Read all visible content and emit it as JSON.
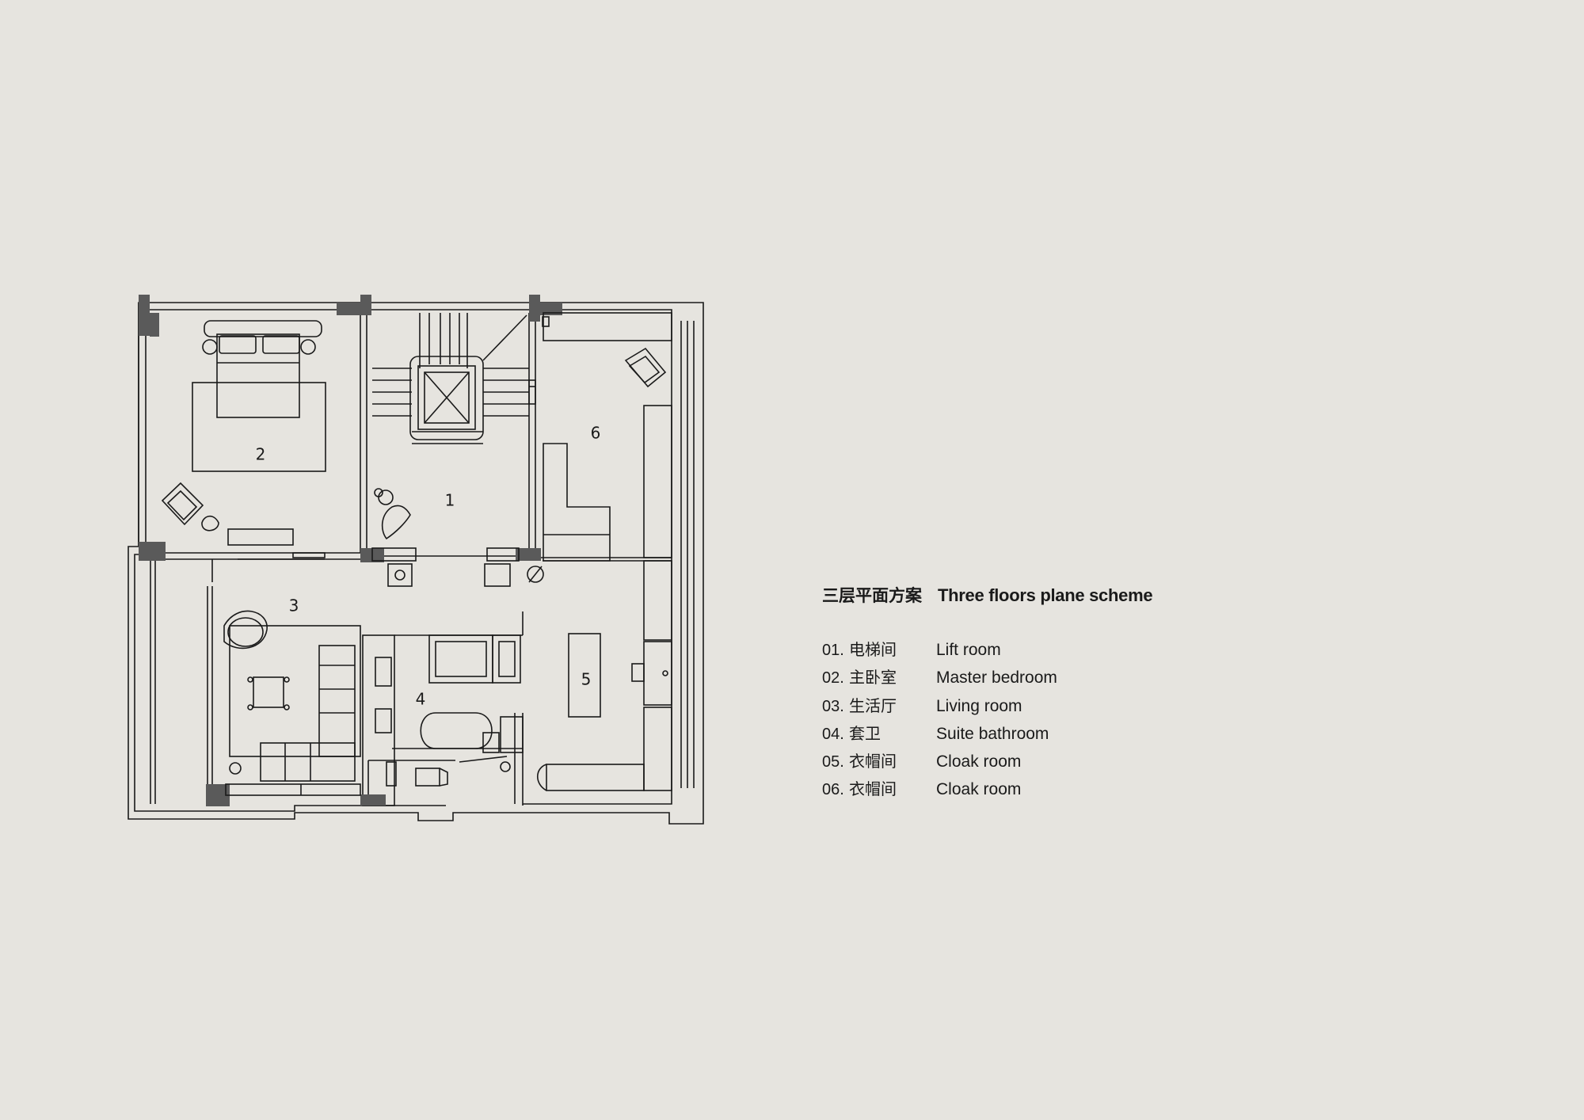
{
  "legend": {
    "title_zh": "三层平面方案",
    "title_en": "Three floors plane scheme",
    "items": [
      {
        "num": "01.",
        "zh": "电梯间",
        "en": "Lift room"
      },
      {
        "num": "02.",
        "zh": "主卧室",
        "en": "Master bedroom"
      },
      {
        "num": "03.",
        "zh": "生活厅",
        "en": "Living room"
      },
      {
        "num": "04.",
        "zh": "套卫",
        "en": "Suite bathroom"
      },
      {
        "num": "05.",
        "zh": "衣帽间",
        "en": "Cloak room"
      },
      {
        "num": "06.",
        "zh": "衣帽间",
        "en": "Cloak room"
      }
    ]
  },
  "plan": {
    "room_labels": [
      "1",
      "2",
      "3",
      "4",
      "5",
      "6"
    ]
  },
  "colors": {
    "background": "#e6e4df",
    "line": "#1a1a1a",
    "column_fill": "#5a5a5a"
  }
}
